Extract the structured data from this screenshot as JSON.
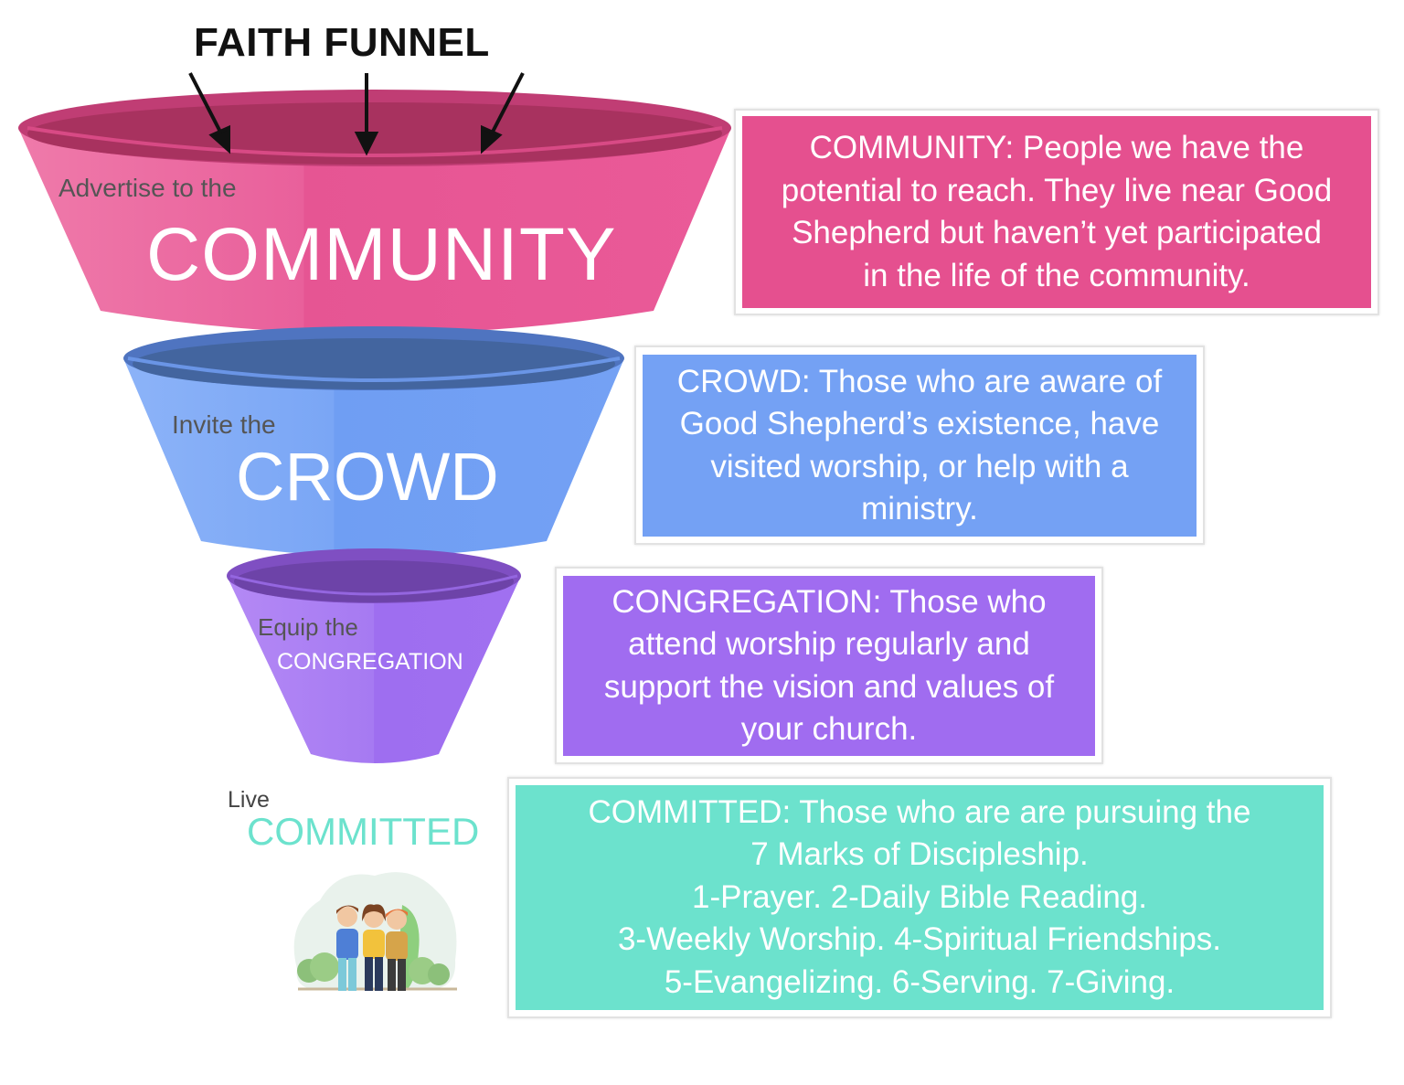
{
  "title": "FAITH FUNNEL",
  "colors": {
    "community": "#e5508f",
    "crowd": "#74a1f4",
    "congregation": "#a06cf0",
    "committed": "#6ce2cd"
  },
  "stages": {
    "community": {
      "prefix": "Advertise to the",
      "name": "COMMUNITY"
    },
    "crowd": {
      "prefix": "Invite the",
      "name": "CROWD"
    },
    "congregation": {
      "prefix": "Equip the",
      "name": "CONGREGATION"
    },
    "committed": {
      "prefix": "Live",
      "name": "COMMITTED"
    }
  },
  "boxes": {
    "community": [
      "COMMUNITY: People we have the",
      "potential to reach. They live near Good",
      "Shepherd but haven’t yet participated",
      "in the life of the community."
    ],
    "crowd": [
      "CROWD: Those who are aware of",
      "Good Shepherd’s existence, have",
      "visited worship, or help with a",
      "ministry."
    ],
    "congregation": [
      "CONGREGATION: Those who",
      "attend worship regularly and",
      "support the vision and values of",
      "your church."
    ],
    "committed": [
      "COMMITTED: Those who are are pursuing the",
      "7 Marks of Discipleship.",
      "1-Prayer. 2-Daily Bible Reading.",
      "3-Weekly Worship. 4-Spiritual Friendships.",
      "5-Evangelizing. 6-Serving. 7-Giving."
    ]
  }
}
